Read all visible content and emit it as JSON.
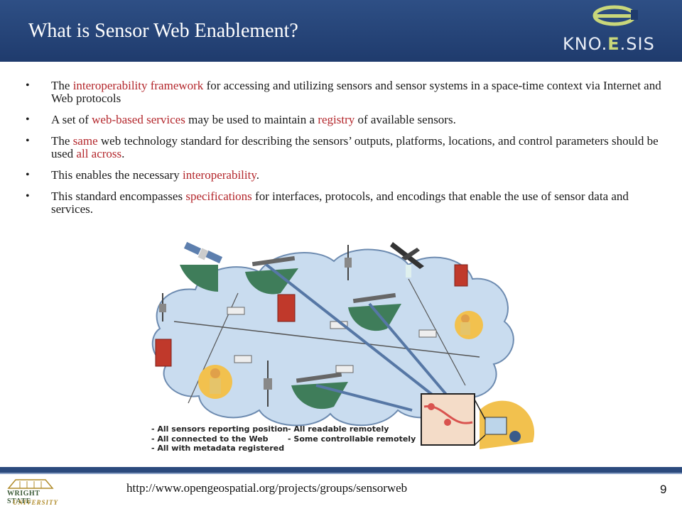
{
  "slide": {
    "title": "What is Sensor Web Enablement?",
    "logo": {
      "text_pre": "KNO.",
      "text_e": "E",
      "text_post": ".SIS"
    },
    "bullets": [
      {
        "parts": [
          "The ",
          "interoperability framework",
          " for accessing and utilizing sensors and sensor systems in a space-time context via Internet and Web protocols"
        ]
      },
      {
        "parts": [
          "A set of ",
          "web-based services",
          " may be used to maintain a ",
          "registry",
          " of available sensors."
        ]
      },
      {
        "parts": [
          "The ",
          "same",
          " web technology standard for describing the sensors’ outputs, platforms, locations, and control parameters should be used ",
          "all across",
          "."
        ]
      },
      {
        "parts": [
          "This enables the necessary ",
          "interoperability",
          "."
        ]
      },
      {
        "parts": [
          "This standard encompasses ",
          "specifications",
          " for interfaces, protocols, and encodings that enable the use of sensor data and services."
        ]
      }
    ],
    "figure_legend": {
      "left": [
        "- All sensors reporting position",
        "- All connected to the Web",
        "- All with metadata registered"
      ],
      "right": [
        "- All readable remotely",
        "- Some controllable remotely"
      ]
    },
    "footer": {
      "url": "http://www.opengeospatial.org/projects/groups/sensorweb",
      "page_number": "9",
      "university_line1": "WRIGHT STATE",
      "university_line2": "UNIVERSITY"
    },
    "colors": {
      "header": "#1f3b6d",
      "highlight": "#b3262b",
      "cloud": "#c9dcef"
    }
  }
}
